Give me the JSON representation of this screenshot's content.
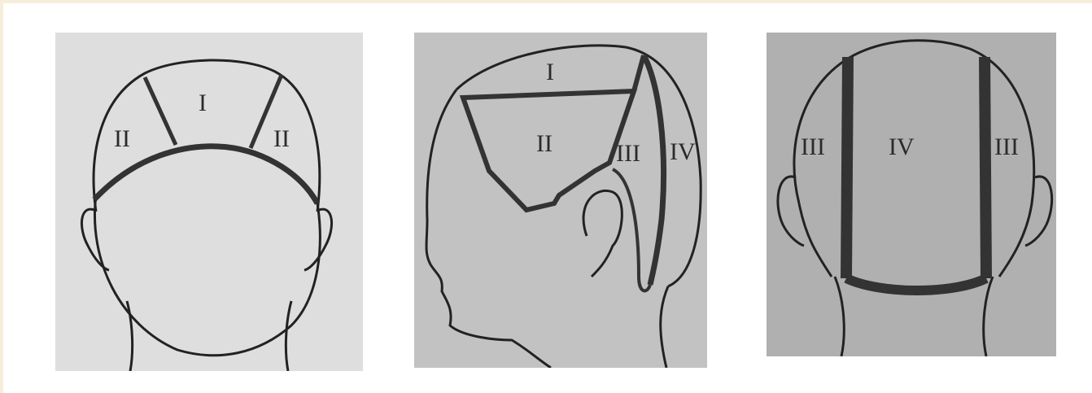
{
  "figures": [
    {
      "id": "front-view",
      "background": "#dedede",
      "labels": {
        "top": "I",
        "left": "II",
        "right": "II"
      }
    },
    {
      "id": "side-view",
      "background": "#c2c2c2",
      "labels": {
        "top": "I",
        "face": "II",
        "ear": "III",
        "back": "IV"
      }
    },
    {
      "id": "back-view",
      "background": "#b0b0b0",
      "labels": {
        "left": "III",
        "center": "IV",
        "right": "III"
      }
    }
  ]
}
